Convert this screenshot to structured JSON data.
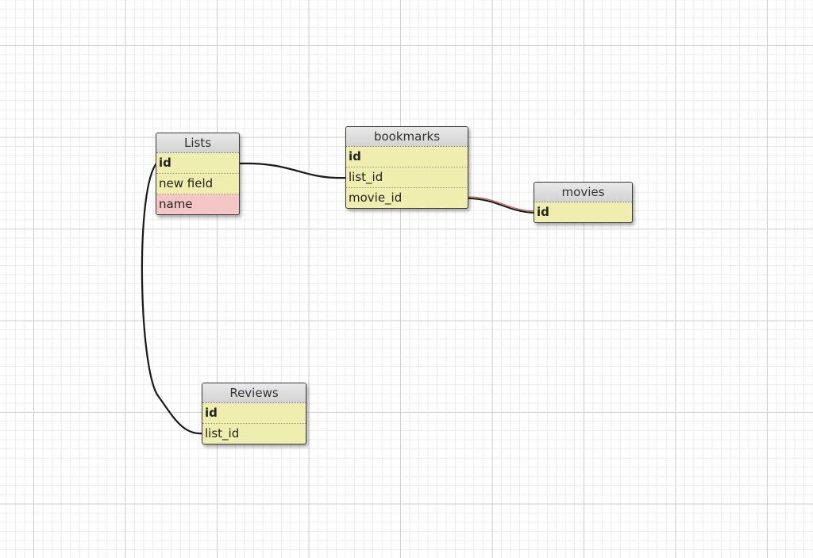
{
  "tables": {
    "lists": {
      "title": "Lists",
      "rows": [
        "id",
        "new field",
        "name"
      ]
    },
    "bookmarks": {
      "title": "bookmarks",
      "rows": [
        "id",
        "list_id",
        "movie_id"
      ]
    },
    "movies": {
      "title": "movies",
      "rows": [
        "id"
      ]
    },
    "reviews": {
      "title": "Reviews",
      "rows": [
        "id",
        "list_id"
      ]
    }
  },
  "colors": {
    "table_body": "#f0eeae",
    "selected_row": "#f4c6c6",
    "relation_line": "#1a1a1a",
    "highlight_relation": "#8b2a1a"
  }
}
